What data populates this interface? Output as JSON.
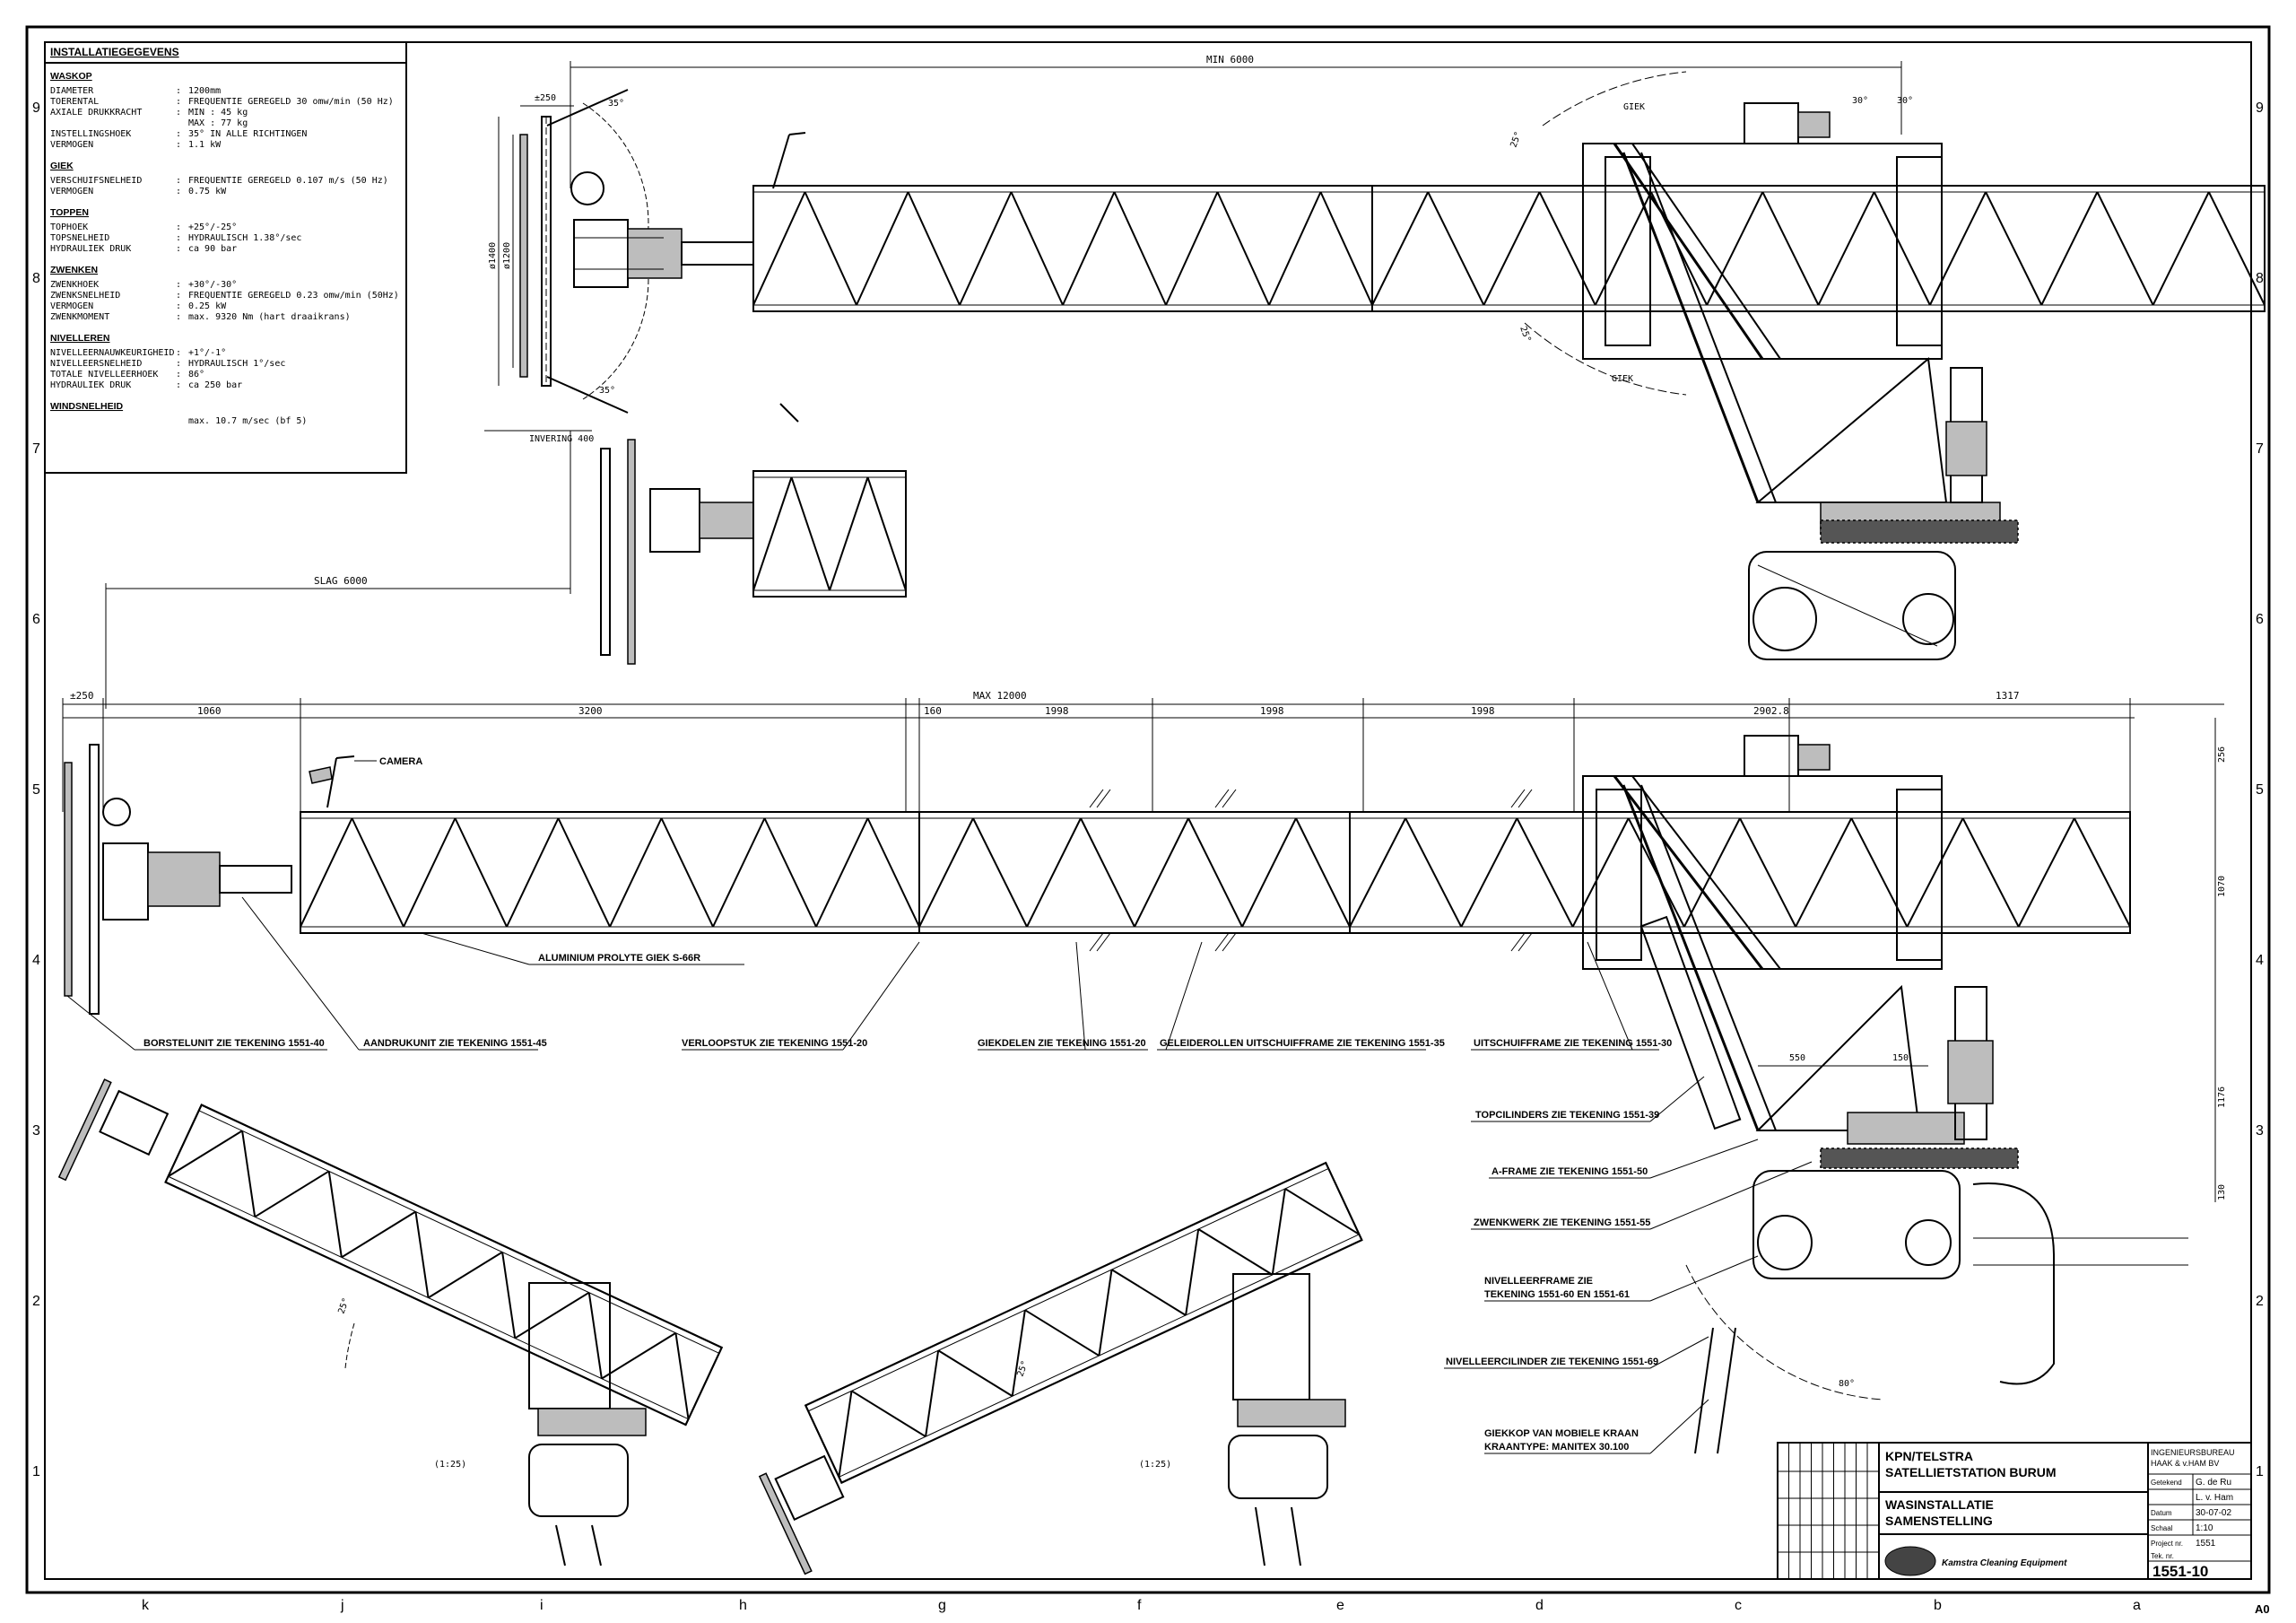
{
  "installation": {
    "title": "INSTALLATIEGEGEVENS",
    "sections": [
      {
        "header": "WASKOP",
        "rows": [
          {
            "label": "DIAMETER",
            "value": "1200mm"
          },
          {
            "label": "TOERENTAL",
            "value": "FREQUENTIE GEREGELD 30 omw/min (50 Hz)"
          },
          {
            "label": "AXIALE DRUKKRACHT",
            "value": "MIN : 45 kg"
          },
          {
            "label": "",
            "value": "MAX : 77 kg"
          },
          {
            "label": "INSTELLINGSHOEK",
            "value": "35° IN ALLE RICHTINGEN"
          },
          {
            "label": "VERMOGEN",
            "value": "1.1 kW"
          }
        ]
      },
      {
        "header": "GIEK",
        "rows": [
          {
            "label": "VERSCHUIFSNELHEID",
            "value": "FREQUENTIE GEREGELD 0.107 m/s (50 Hz)"
          },
          {
            "label": "VERMOGEN",
            "value": "0.75 kW"
          }
        ]
      },
      {
        "header": "TOPPEN",
        "rows": [
          {
            "label": "TOPHOEK",
            "value": "+25°/-25°"
          },
          {
            "label": "TOPSNELHEID",
            "value": "HYDRAULISCH 1.38°/sec"
          },
          {
            "label": "HYDRAULIEK DRUK",
            "value": "ca 90 bar"
          }
        ]
      },
      {
        "header": "ZWENKEN",
        "rows": [
          {
            "label": "ZWENKHOEK",
            "value": "+30°/-30°"
          },
          {
            "label": "ZWENKSNELHEID",
            "value": "FREQUENTIE GEREGELD 0.23 omw/min (50Hz)"
          },
          {
            "label": "VERMOGEN",
            "value": "0.25 kW"
          },
          {
            "label": "ZWENKMOMENT",
            "value": "max. 9320 Nm (hart draaikrans)"
          }
        ]
      },
      {
        "header": "NIVELLEREN",
        "rows": [
          {
            "label": "NIVELLEERNAUWKEURIGHEID",
            "value": "+1°/-1°"
          },
          {
            "label": "NIVELLEERSNELHEID",
            "value": "HYDRAULISCH 1°/sec"
          },
          {
            "label": "TOTALE NIVELLEERHOEK",
            "value": "86°"
          },
          {
            "label": "HYDRAULIEK DRUK",
            "value": "ca 250 bar"
          }
        ]
      },
      {
        "header": "WINDSNELHEID",
        "rows": [
          {
            "label": "",
            "value": "max. 10.7 m/sec (bf 5)"
          }
        ]
      }
    ]
  },
  "border": {
    "row_labels": [
      "9",
      "8",
      "7",
      "6",
      "5",
      "4",
      "3",
      "2",
      "1"
    ],
    "col_labels": [
      "k",
      "j",
      "i",
      "h",
      "g",
      "f",
      "e",
      "d",
      "c",
      "b",
      "a"
    ],
    "sheet_size": "A0"
  },
  "dimensions": {
    "min": "MIN 6000",
    "max": "MAX 12000",
    "slag": "SLAG 6000",
    "invering": "INVERING 400",
    "d250_top": "±250",
    "d250_left": "±250",
    "d1060": "1060",
    "d3200": "3200",
    "d160": "160",
    "d1998a": "1998",
    "d1998b": "1998",
    "d1998c": "1998",
    "d2902": "2902.8",
    "d1317": "1317",
    "d256": "256",
    "d1070": "1070",
    "d1176": "1176",
    "d130": "130",
    "d550": "550",
    "d150": "150",
    "dia1400": "ø1400",
    "dia1200": "ø1200",
    "a35top": "35°",
    "a35bot": "35°",
    "a30l": "30°",
    "a30r": "30°",
    "a25": "25°",
    "a25b": "25°",
    "a25c": "25°",
    "a25d": "25°",
    "a80": "80°",
    "giek1": "GIEK",
    "giek2": "GIEK",
    "scale1": "(1:25)",
    "scale2": "(1:25)"
  },
  "callouts": {
    "camera": "CAMERA",
    "profile": "ALUMINIUM PROLYTE GIEK S-66R",
    "borstel": "BORSTELUNIT ZIE TEKENING 1551-40",
    "aandruk": "AANDRUKUNIT ZIE TEKENING 1551-45",
    "verloop": "VERLOOPSTUK ZIE TEKENING 1551-20",
    "giekdelen": "GIEKDELEN ZIE TEKENING 1551-20",
    "geleide": "GELEIDEROLLEN UITSCHUIFFRAME ZIE TEKENING 1551-35",
    "uitschuif": "UITSCHUIFFRAME ZIE TEKENING 1551-30",
    "topcil": "TOPCILINDERS ZIE TEKENING 1551-39",
    "aframe": "A-FRAME ZIE TEKENING 1551-50",
    "zwenk": "ZWENKWERK ZIE TEKENING 1551-55",
    "nivframe1": "NIVELLEERFRAME ZIE",
    "nivframe2": "TEKENING 1551-60 EN 1551-61",
    "nivcil": "NIVELLEERCILINDER ZIE TEKENING 1551-69",
    "kraan1": "GIEKKOP VAN MOBIELE KRAAN",
    "kraan2": "KRAANTYPE: MANITEX 30.100"
  },
  "title_block": {
    "client": "KPN/TELSTRA",
    "site": "SATELLIETSTATION BURUM",
    "title1": "WASINSTALLATIE",
    "title2": "SAMENSTELLING",
    "company1": "INGENIEURSBUREAU",
    "company2": "HAAK & v.HAM BV",
    "designer": "G. de Ru",
    "drawn_by": "L. v. Ham",
    "date": "30-07-02",
    "scale": "1:10",
    "project": "1551",
    "drawing_no": "1551-10",
    "logo_text": "Kamstra Cleaning Equipment",
    "label_getekend": "Getekend",
    "label_datum": "Datum",
    "label_schaal": "Schaal",
    "label_project": "Project nr.",
    "label_tek": "Tek. nr."
  }
}
